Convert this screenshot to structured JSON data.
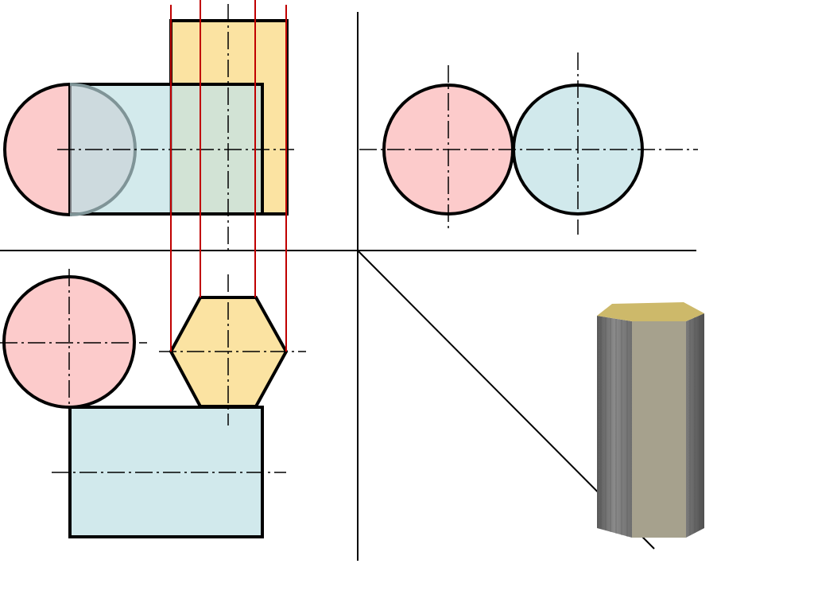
{
  "colors": {
    "pink_fill": "#fccbcb",
    "blue_fill": "#d1e9ec",
    "yellow_fill": "#fbe3a2",
    "outline": "#000000",
    "projection_line": "#c00000",
    "prism_top": "#cdb96a",
    "prism_front": "#a6a18d",
    "prism_side": "#6b6b6b"
  },
  "views": {
    "front": {
      "shapes": [
        "pink-semicircle",
        "blue-cylinder-rectangle",
        "yellow-prism-rectangle"
      ]
    },
    "side": {
      "shapes": [
        "pink-circle",
        "blue-circle"
      ]
    },
    "top": {
      "shapes": [
        "pink-circle",
        "yellow-hexagon",
        "blue-rectangle"
      ]
    },
    "isometric": {
      "shapes": [
        "hexagonal-prism"
      ]
    }
  },
  "icons": {
    "prism": "hexagonal-prism-icon"
  }
}
